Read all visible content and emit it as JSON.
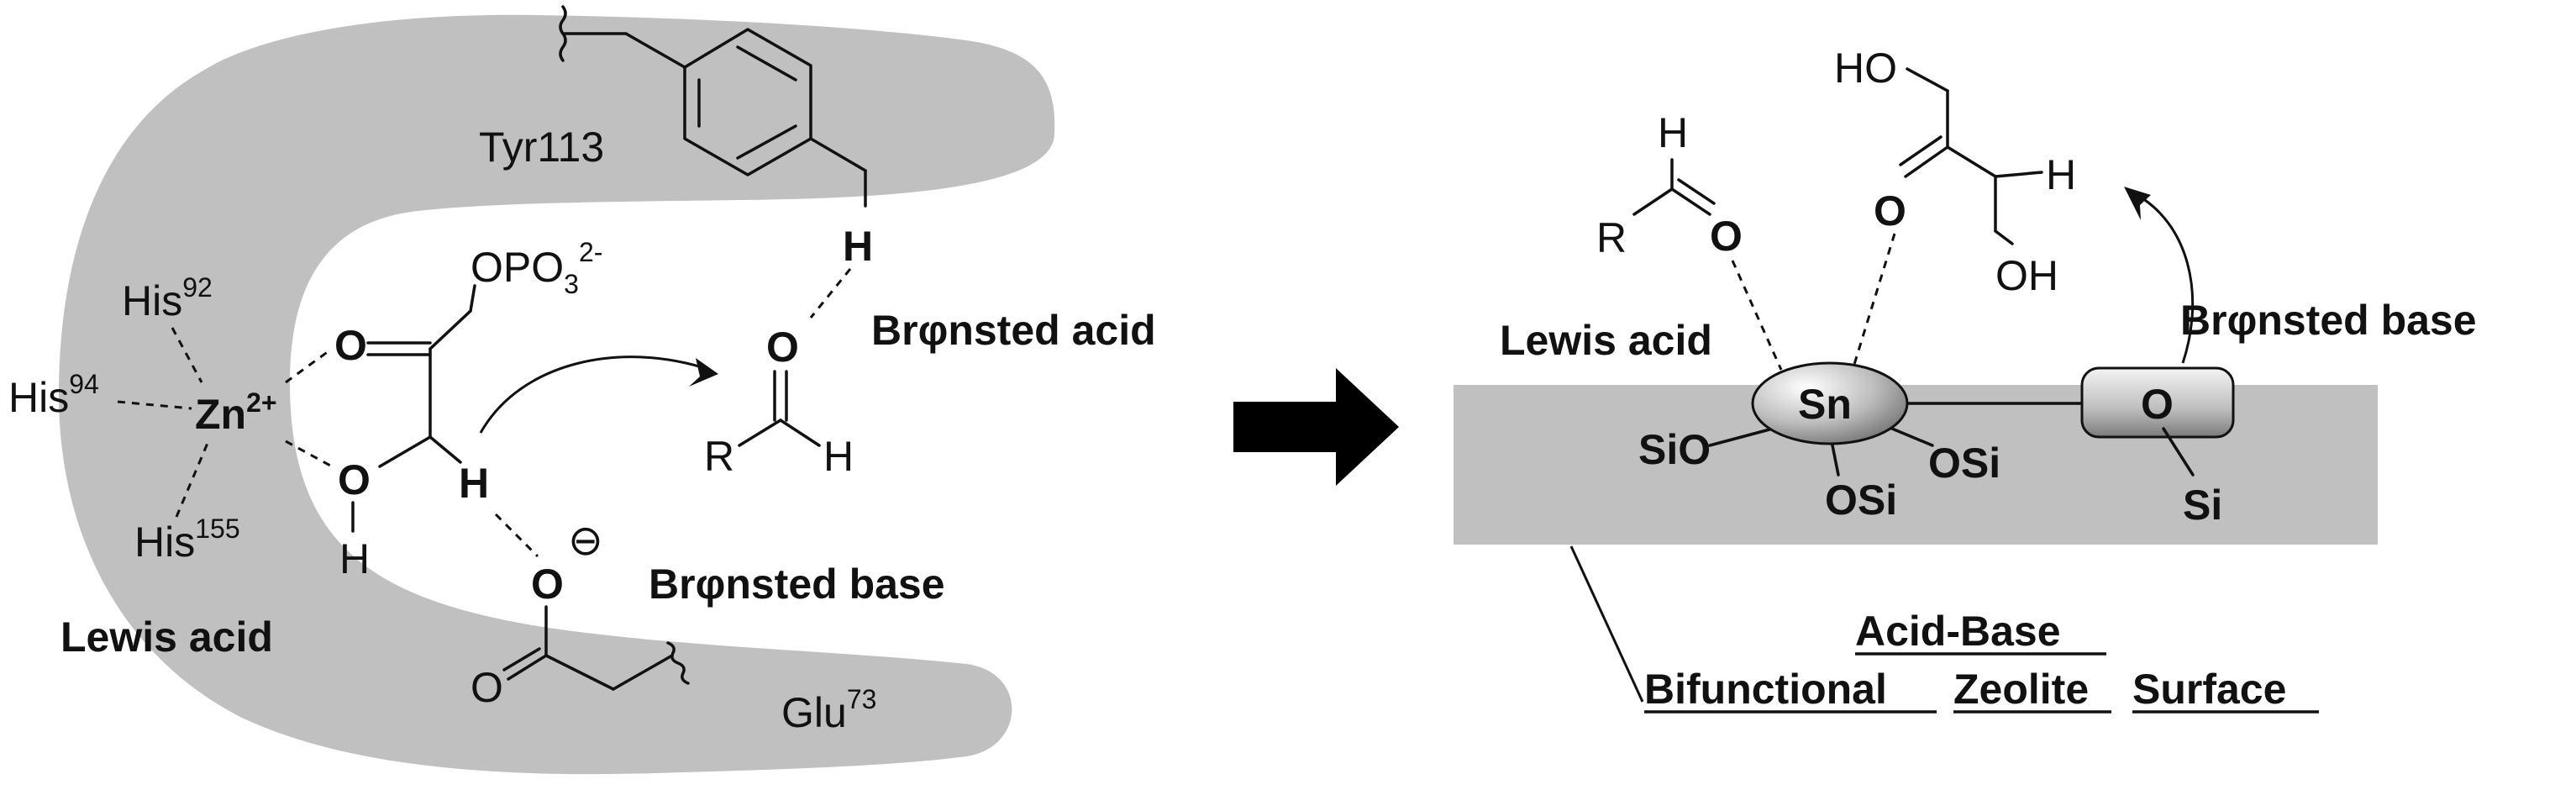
{
  "left_panel": {
    "tyr": "Tyr113",
    "his92": "His",
    "his92_sup": "92",
    "his94": "His",
    "his94_sup": "94",
    "his155": "His",
    "his155_sup": "155",
    "zn": "Zn",
    "zn_sup": "2+",
    "phosphate": "OPO",
    "phosphate_sub": "3",
    "phosphate_sup": "2-",
    "ketone_o": "O",
    "hydroxyl_o": "O",
    "hydroxyl_h": "H",
    "transfer_h": "H",
    "tyr_h": "H",
    "aldehyde_o": "O",
    "aldehyde_r": "R",
    "aldehyde_h": "H",
    "carboxylate_o": "O",
    "carboxylate_charge": "⊖",
    "carbonyl_o": "O",
    "glu": "Glu",
    "glu_sup": "73",
    "bronsted_acid": "Brφnsted acid",
    "bronsted_base": "Brφnsted base",
    "lewis_acid": "Lewis acid"
  },
  "right_panel": {
    "aldehyde_h": "H",
    "aldehyde_r": "R",
    "aldehyde_o": "O",
    "ho": "HO",
    "ketone_o": "O",
    "transfer_h": "H",
    "oh": "OH",
    "lewis_acid": "Lewis acid",
    "bronsted_base": "Brφnsted base",
    "sn": "Sn",
    "sio": "SiO",
    "osi_right": "OSi",
    "osi_bottom": "OSi",
    "base_o": "O",
    "base_si": "Si",
    "caption_line1": "Acid-Base",
    "caption_bifunctional": "Bifunctional",
    "caption_zeolite": "Zeolite",
    "caption_surface": "Surface"
  },
  "colors": {
    "pocket": "#c0c0c0",
    "surface": "#c0c0c0",
    "ink": "#111111"
  }
}
